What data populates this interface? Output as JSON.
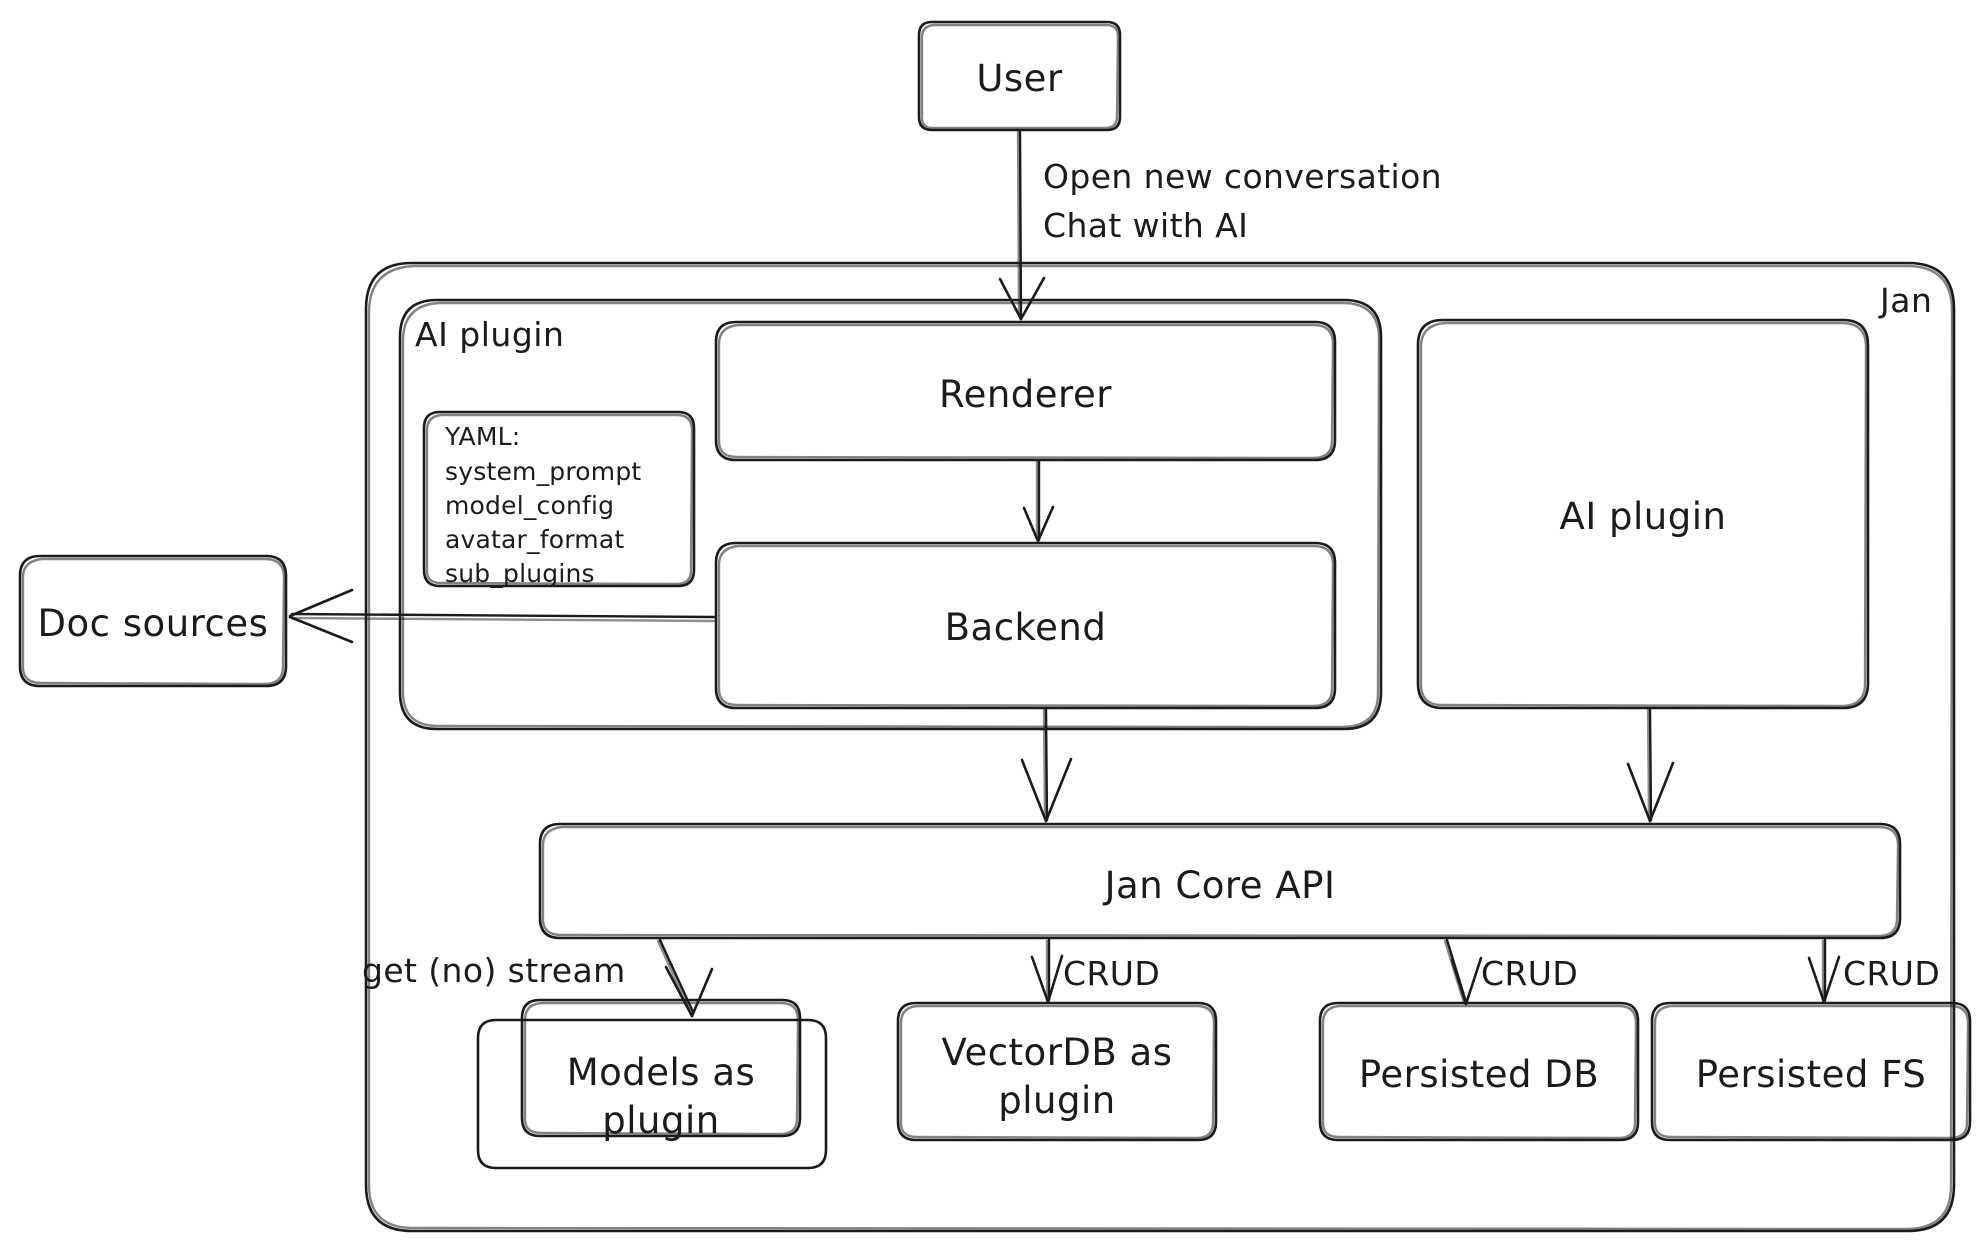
{
  "diagram": {
    "type": "architecture-flowchart",
    "style": "hand-drawn-sketch",
    "stroke_color": "#1b1b1f",
    "background_color": "#ffffff",
    "containers": [
      {
        "id": "jan",
        "label": "Jan"
      },
      {
        "id": "ai-plugin-group",
        "label": "AI plugin"
      }
    ],
    "nodes": [
      {
        "id": "user",
        "label": "User"
      },
      {
        "id": "renderer",
        "label": "Renderer"
      },
      {
        "id": "backend",
        "label": "Backend"
      },
      {
        "id": "ai-plugin",
        "label": "AI plugin"
      },
      {
        "id": "doc-sources",
        "label": "Doc sources"
      },
      {
        "id": "jan-core-api",
        "label": "Jan Core API"
      },
      {
        "id": "models-plugin",
        "label_line1": "Models as",
        "label_line2": "plugin"
      },
      {
        "id": "vectordb-plugin",
        "label_line1": "VectorDB as",
        "label_line2": "plugin"
      },
      {
        "id": "persisted-db",
        "label": "Persisted DB"
      },
      {
        "id": "persisted-fs",
        "label": "Persisted FS"
      }
    ],
    "yaml_note": {
      "title": "YAML:",
      "lines": [
        "system_prompt",
        "model_config",
        "avatar_format",
        "sub_plugins"
      ]
    },
    "edges": [
      {
        "from": "user",
        "to": "renderer",
        "label_line1": "Open new conversation",
        "label_line2": "Chat with AI"
      },
      {
        "from": "renderer",
        "to": "backend",
        "label": ""
      },
      {
        "from": "backend",
        "to": "doc-sources",
        "label": ""
      },
      {
        "from": "backend",
        "to": "jan-core-api",
        "label": ""
      },
      {
        "from": "ai-plugin",
        "to": "jan-core-api",
        "label": ""
      },
      {
        "from": "jan-core-api",
        "to": "models-plugin",
        "label": "get (no) stream"
      },
      {
        "from": "jan-core-api",
        "to": "vectordb-plugin",
        "label": "CRUD"
      },
      {
        "from": "jan-core-api",
        "to": "persisted-db",
        "label": "CRUD"
      },
      {
        "from": "jan-core-api",
        "to": "persisted-fs",
        "label": "CRUD"
      }
    ]
  }
}
